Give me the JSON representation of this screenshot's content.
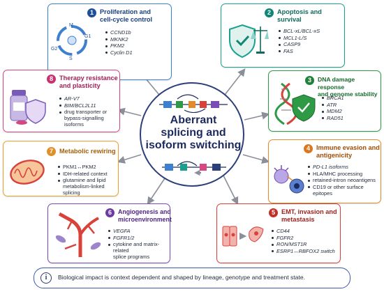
{
  "hub": {
    "title": "Aberrant\nsplicing and\nisoform switching"
  },
  "panels": [
    {
      "number": "1",
      "title": "Proliferation and\ncell-cycle control",
      "items": [
        "CCND1b",
        "MKNK2",
        "PKM2",
        "Cyclin D1"
      ],
      "cycle_labels": [
        "M",
        "G1",
        "G2",
        "S"
      ],
      "color": "#1d4f9c"
    },
    {
      "number": "2",
      "title": "Apoptosis and\nsurvival",
      "items": [
        "BCL-xL/BCL-xS",
        "MCL1-L/S",
        "CASP9",
        "FAS"
      ],
      "color": "#118574"
    },
    {
      "number": "3",
      "title": "DNA damage response\nand genome stability",
      "items": [
        "BRCA1",
        "ATR",
        "MDM2",
        "RAD51"
      ],
      "color": "#21803a"
    },
    {
      "number": "4",
      "title": "Immune evasion and\nantigenicity",
      "items": [
        "PD-L1 isoforms",
        "HLA/MHC processing",
        "retained-intron neoantigens",
        "CD19 or other surface\nepitopes"
      ],
      "color": "#d9781e"
    },
    {
      "number": "5",
      "title": "EMT, invasion and\nmetastasis",
      "items": [
        "CD44",
        "FGFR2",
        "RON/MST1R",
        "ESRP1↔RBFOX2 switch"
      ],
      "color": "#c2302a"
    },
    {
      "number": "6",
      "title": "Angiogenesis and\nmicroenvironment",
      "items": [
        "VEGFA",
        "FGFR1/2",
        "cytokine and matrix-related\nsplice programs"
      ],
      "color": "#6b3aa5"
    },
    {
      "number": "7",
      "title": "Metabolic rewiring",
      "items": [
        "PKM1↔PKM2",
        "IDH-related context",
        "glutamine and lipid\nmetabolism-linked splicing"
      ],
      "color": "#e0902a"
    },
    {
      "number": "8",
      "title": "Therapy resistance\nand plasticity",
      "items": [
        "AR-V7",
        "BIM/BCL2L11",
        "drug transporter or\nbypass-signalling\nisoforms"
      ],
      "color": "#c8336f"
    }
  ],
  "footer": {
    "text": "Biological impact is context dependent and shaped by lineage, genotype and treatment state."
  },
  "icons": [
    "cell-cycle-icon",
    "shield-scales-icon",
    "dna-shield-icon",
    "immune-cells-icon",
    "emt-cells-icon",
    "blood-vessel-icon",
    "mitochondrion-icon",
    "pill-bottle-shield-icon",
    "info-icon",
    "splicing-diagram-icon"
  ]
}
